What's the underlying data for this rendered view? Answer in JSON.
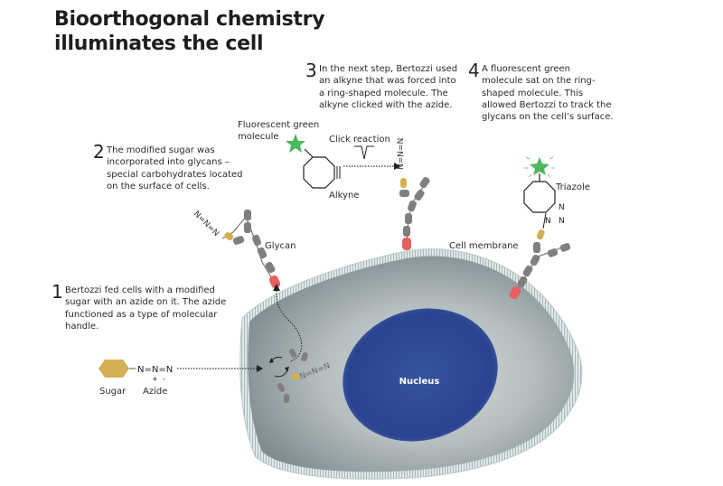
{
  "title": {
    "line1": "Bioorthogonal chemistry",
    "line2": "illuminates the cell"
  },
  "steps": [
    {
      "number": "1",
      "lines": [
        "Bertozzi fed cells with a modified",
        "sugar with an azide on it. The azide",
        "functioned as a type of molecular",
        "handle."
      ]
    },
    {
      "number": "2",
      "lines": [
        "The modified sugar was",
        "incorporated into glycans –",
        "special carbohydrates located",
        "on the surface of cells."
      ]
    },
    {
      "number": "3",
      "lines": [
        "In the next step, Bertozzi used",
        "an alkyne that was forced into",
        "a ring-shaped molecule. The",
        "alkyne clicked with the azide."
      ]
    },
    {
      "number": "4",
      "lines": [
        "A fluorescent green",
        "molecule sat on the ring-",
        "shaped molecule. This",
        "allowed Bertozzi to track the",
        "glycans on the cell’s surface."
      ]
    }
  ],
  "labels": {
    "fluorescent_line1": "Fluorescent green",
    "fluorescent_line2": "molecule",
    "click_reaction": "Click reaction",
    "alkyne": "Alkyne",
    "triazole": "Triazole",
    "glycan": "Glycan",
    "cell_membrane": "Cell membrane",
    "nucleus": "Nucleus",
    "sugar": "Sugar",
    "azide": "Azide",
    "azide_formula": "N=N=N",
    "plus": "+",
    "minus": "-",
    "triazole_n": "N"
  },
  "colors": {
    "sugar_gold": "#d4b054",
    "glycan_gray": "#7a7a7a",
    "anchor_red": "#e8605f",
    "fluor_green": "#4cb860",
    "nucleus_blue": "#2b4693",
    "cytoplasm": "#9aa5a8",
    "membrane": "#c6d3d3"
  }
}
